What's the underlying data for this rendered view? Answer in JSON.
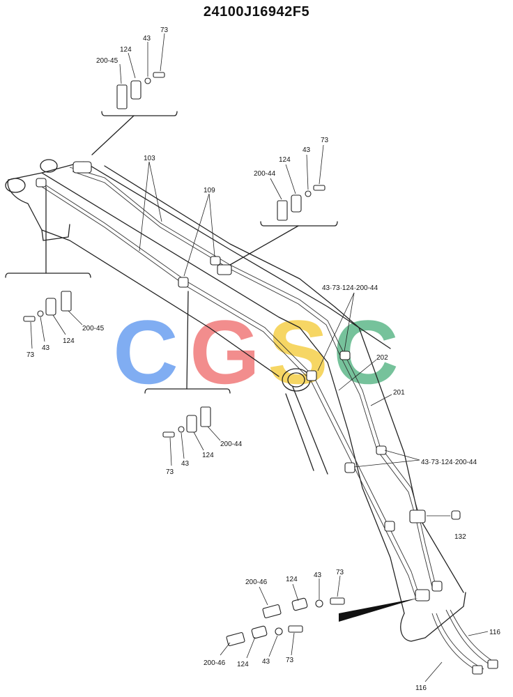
{
  "title": "24100J16942F5",
  "watermark": {
    "letters": [
      "C",
      "G",
      "S",
      "C"
    ],
    "colors": [
      "#6b9ff0",
      "#f07a7a",
      "#f5d04a",
      "#5fb88a"
    ]
  },
  "labels": {
    "p200_45": "200-45",
    "p200_44": "200-44",
    "p200_46": "200-46",
    "p124": "124",
    "p43": "43",
    "p73": "73",
    "p103": "103",
    "p109": "109",
    "p202": "202",
    "p201": "201",
    "p132": "132",
    "p116": "116",
    "clamp_set": "43·73·124·200-44"
  }
}
